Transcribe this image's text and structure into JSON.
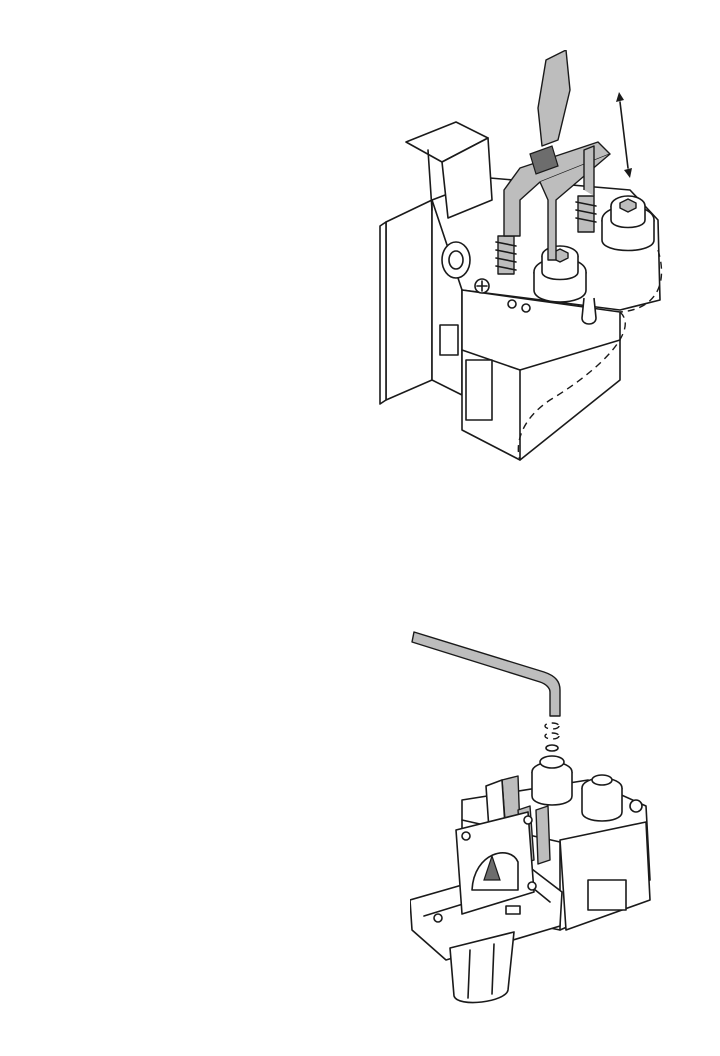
{
  "figures": [
    {
      "id": "valve-top",
      "icons": [
        "gas-valve-body",
        "lever",
        "up-down-arrow"
      ]
    },
    {
      "id": "valve-bottom",
      "icons": [
        "gas-valve-assembly",
        "hex-key",
        "adjustment-screw"
      ]
    }
  ],
  "colors": {
    "ink": "#1a1a1a",
    "shade": "#bdbdbd",
    "dark_shade": "#6d6d6d",
    "background": "#ffffff"
  }
}
